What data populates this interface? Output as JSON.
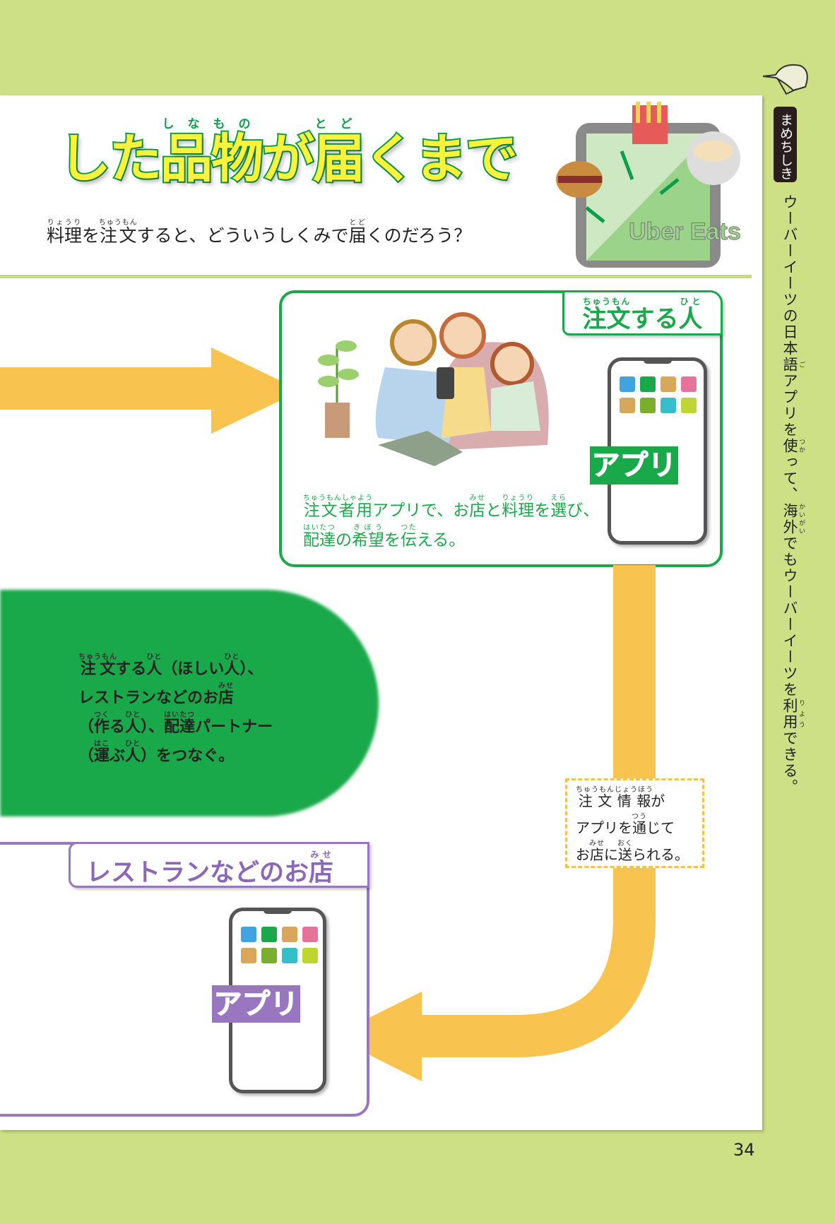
{
  "title": [
    {
      "t": "した"
    },
    {
      "t": "品物",
      "r": "しなもの"
    },
    {
      "t": "が"
    },
    {
      "t": "届",
      "r": "とど"
    },
    {
      "t": "くまで"
    }
  ],
  "subtitle": [
    {
      "t": "料理",
      "r": "りょうり"
    },
    {
      "t": "を"
    },
    {
      "t": "注文",
      "r": "ちゅうもん"
    },
    {
      "t": "すると、どういうしくみで"
    },
    {
      "t": "届",
      "r": "とど"
    },
    {
      "t": "くのだろう？"
    }
  ],
  "illustration_logo": "Uber Eats",
  "customer": {
    "label": [
      {
        "t": "注文",
        "r": "ちゅうもん"
      },
      {
        "t": "する"
      },
      {
        "t": "人",
        "r": "ひと"
      }
    ],
    "app_label": "アプリ",
    "caption_line1": [
      {
        "t": "注文者用",
        "r": "ちゅうもんしゃよう"
      },
      {
        "t": "アプリで、お"
      },
      {
        "t": "店",
        "r": "みせ"
      },
      {
        "t": "と"
      },
      {
        "t": "料理",
        "r": "りょうり"
      },
      {
        "t": "を"
      },
      {
        "t": "選",
        "r": "えら"
      },
      {
        "t": "び、"
      }
    ],
    "caption_line2": [
      {
        "t": "配達",
        "r": "はいたつ"
      },
      {
        "t": "の"
      },
      {
        "t": "希望",
        "r": "きぼう"
      },
      {
        "t": "を"
      },
      {
        "t": "伝",
        "r": "つた"
      },
      {
        "t": "える。"
      }
    ]
  },
  "app_summary": {
    "line1": [
      {
        "t": "注文",
        "r": "ちゅうもん"
      },
      {
        "t": "する"
      },
      {
        "t": "人",
        "r": "ひと"
      },
      {
        "t": "（ほしい"
      },
      {
        "t": "人",
        "r": "ひと"
      },
      {
        "t": "）、"
      }
    ],
    "line2": [
      {
        "t": "レストランなどのお"
      },
      {
        "t": "店",
        "r": "みせ"
      }
    ],
    "line3": [
      {
        "t": "（"
      },
      {
        "t": "作",
        "r": "つく"
      },
      {
        "t": "る"
      },
      {
        "t": "人",
        "r": "ひと"
      },
      {
        "t": "）、"
      },
      {
        "t": "配達",
        "r": "はいたつ"
      },
      {
        "t": "パートナー"
      }
    ],
    "line4": [
      {
        "t": "（"
      },
      {
        "t": "運",
        "r": "はこ"
      },
      {
        "t": "ぶ"
      },
      {
        "t": "人",
        "r": "ひと"
      },
      {
        "t": "）をつなぐ。"
      }
    ]
  },
  "order_info": {
    "line1": [
      {
        "t": "注文情報",
        "r": "ちゅうもんじょうほう"
      },
      {
        "t": "が"
      }
    ],
    "line2": [
      {
        "t": "アプリを"
      },
      {
        "t": "通",
        "r": "つう"
      },
      {
        "t": "じて"
      }
    ],
    "line3": [
      {
        "t": "お"
      },
      {
        "t": "店",
        "r": "みせ"
      },
      {
        "t": "に"
      },
      {
        "t": "送",
        "r": "おく"
      },
      {
        "t": "られる。"
      }
    ]
  },
  "restaurant": {
    "label": [
      {
        "t": "レストランなどのお"
      },
      {
        "t": "店",
        "r": "みせ"
      }
    ],
    "app_label": "アプリ"
  },
  "sidebar": {
    "badge": "まめちしき",
    "text": [
      {
        "t": "ウーバーイーツの日本"
      },
      {
        "t": "語",
        "r": "ご"
      },
      {
        "t": "アプリを"
      },
      {
        "t": "使",
        "r": "つか"
      },
      {
        "t": "って、"
      },
      {
        "t": "海外",
        "r": "かいがい"
      },
      {
        "t": "でもウーバーイーツを"
      },
      {
        "t": "利用",
        "r": "りよう"
      },
      {
        "t": "できる。"
      }
    ]
  },
  "page_number": "34",
  "colors": {
    "green": "#19a84a",
    "purple": "#9876c0",
    "orange": "#f8c44f",
    "background": "#cde085"
  },
  "app_icon_colors": [
    "#3fa4e0",
    "#19a84a",
    "#d9a75a",
    "#e8739a",
    "#d9a75a",
    "#7cae2e",
    "#34bfc9",
    "#bed62f"
  ]
}
